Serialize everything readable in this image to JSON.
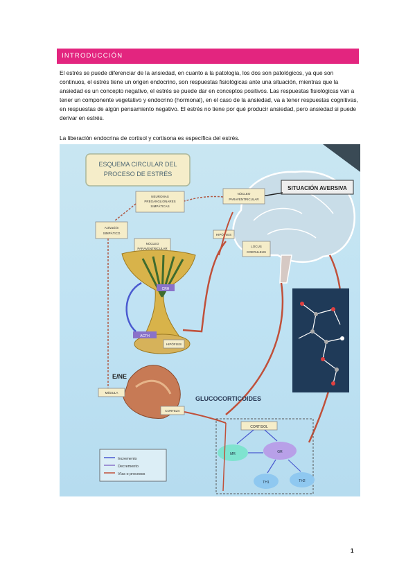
{
  "section": {
    "title": "INTRODUCCIÓN"
  },
  "body": {
    "paragraph1": "El estrés se puede diferenciar de la ansiedad, en cuanto a la patología, los dos son patológicos, ya que son continuos, el estrés tiene un origen endocrino, son respuestas fisiológicas ante una situación, mientras que la ansiedad es un concepto negativo, el estrés se puede dar en conceptos positivos. Las respuestas fisiológicas van a tener un componente vegetativo y endocrino (hormonal), en el caso de la ansiedad, va a tener respuestas cognitivas, en respuestas de algún pensamiento negativo. El estrés no tiene por qué producir ansiedad, pero ansiedad si puede derivar en estrés.",
    "paragraph2": "La liberación endocrina de cortisol y cortisona es específica del estrés."
  },
  "diagram": {
    "title_line1": "ESQUEMA CIRCULAR DEL",
    "title_line2": "PROCESO DE ESTRÉS",
    "situacion": "SITUACIÓN AVERSIVA",
    "neuronas_l1": "NEURONAS",
    "neuronas_l2": "PREGANGLIONARES",
    "neuronas_l3": "SIMPÁTICAS",
    "activacion_l1": "Activación",
    "activacion_l2": "SIMPÁTICO",
    "nucleo_top_l1": "NÚCLEO",
    "nucleo_top_l2": "PARAVENTRICULAR",
    "nucleo_left_l1": "NÚCLEO",
    "nucleo_left_l2": "PARAVENTRICULAR",
    "hipofisis_brain": "HIPÓFISIS",
    "locus_l1": "LOCUS",
    "locus_l2": "COERULEUS",
    "crh": "CRH",
    "acth": "ACTH",
    "hipofisis_low": "HIPÓFISIS",
    "ene": "E/NE",
    "medula": "MÉDULA",
    "corteza": "CORTEZA",
    "glucocorticoides": "GLUCOCORTICOIDES",
    "cortisol": "CORTISOL",
    "mr": "MR",
    "gr": "GR",
    "th1": "TH1",
    "th2": "TH2",
    "legend": {
      "incremento": "Incremento",
      "decremento": "Decremento",
      "vias": "Vías o procesos"
    }
  },
  "footer": {
    "page_number": "1"
  },
  "colors": {
    "accent": "#e3257f",
    "arrow": "#c0503a",
    "box": "#f3e6c8"
  }
}
